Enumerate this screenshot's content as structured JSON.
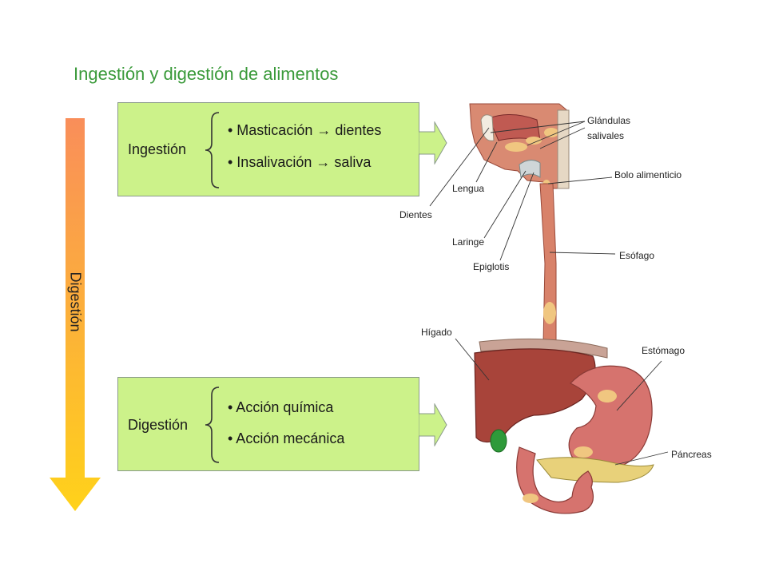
{
  "title": "Ingestión y digestión de alimentos",
  "digestion_arrow_label": "Digestión",
  "ingestion_box": {
    "label": "Ingestión",
    "items": [
      "• Masticación → dientes",
      "• Insalivación → saliva"
    ]
  },
  "digestion_box": {
    "label": "Digestión",
    "items": [
      "• Acción química",
      "• Acción mecánica"
    ]
  },
  "anatomy_labels": {
    "glandulas_line1": "Glándulas",
    "glandulas_line2": "salivales",
    "bolo": "Bolo alimenticio",
    "lengua": "Lengua",
    "dientes": "Dientes",
    "laringe": "Laringe",
    "epiglotis": "Epiglotis",
    "esofago": "Esófago",
    "higado": "Hígado",
    "estomago": "Estómago",
    "pancreas": "Páncreas"
  },
  "colors": {
    "title": "#3a9a3a",
    "box_fill": "#ccf28a",
    "arrow_top": "#f98e5a",
    "arrow_bottom": "#ffd21a"
  }
}
